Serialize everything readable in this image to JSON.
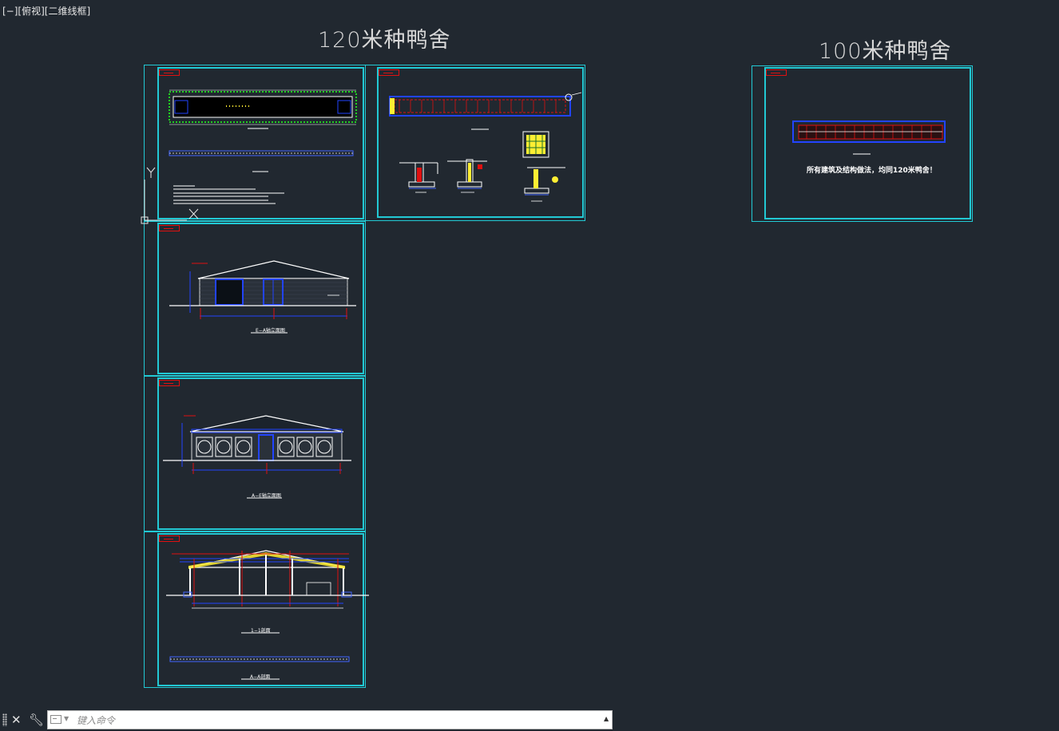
{
  "viewport": {
    "label": "[−][俯视][二维线框]"
  },
  "titles": {
    "left": "120米种鸭舍",
    "right": "100米种鸭舍"
  },
  "ucs": {
    "y": "Y",
    "x": "X"
  },
  "captions": {
    "elev_e_a": "E−A轴立面图",
    "elev_a_e": "A−E轴立面图",
    "section_1_1": "1−1剖面",
    "section_a_a": "A−A剖面"
  },
  "right_sheet": {
    "note": "所有建筑及结构做法，均同120米鸭舍！"
  },
  "command": {
    "placeholder": "键入命令"
  },
  "colors": {
    "sheet_frame": "#22c9d4",
    "tag": "#e01010",
    "background": "#212830"
  },
  "icons": [
    "close-icon",
    "wrench-icon",
    "command-prompt-icon",
    "chevron-down-icon",
    "chevron-up-icon"
  ]
}
